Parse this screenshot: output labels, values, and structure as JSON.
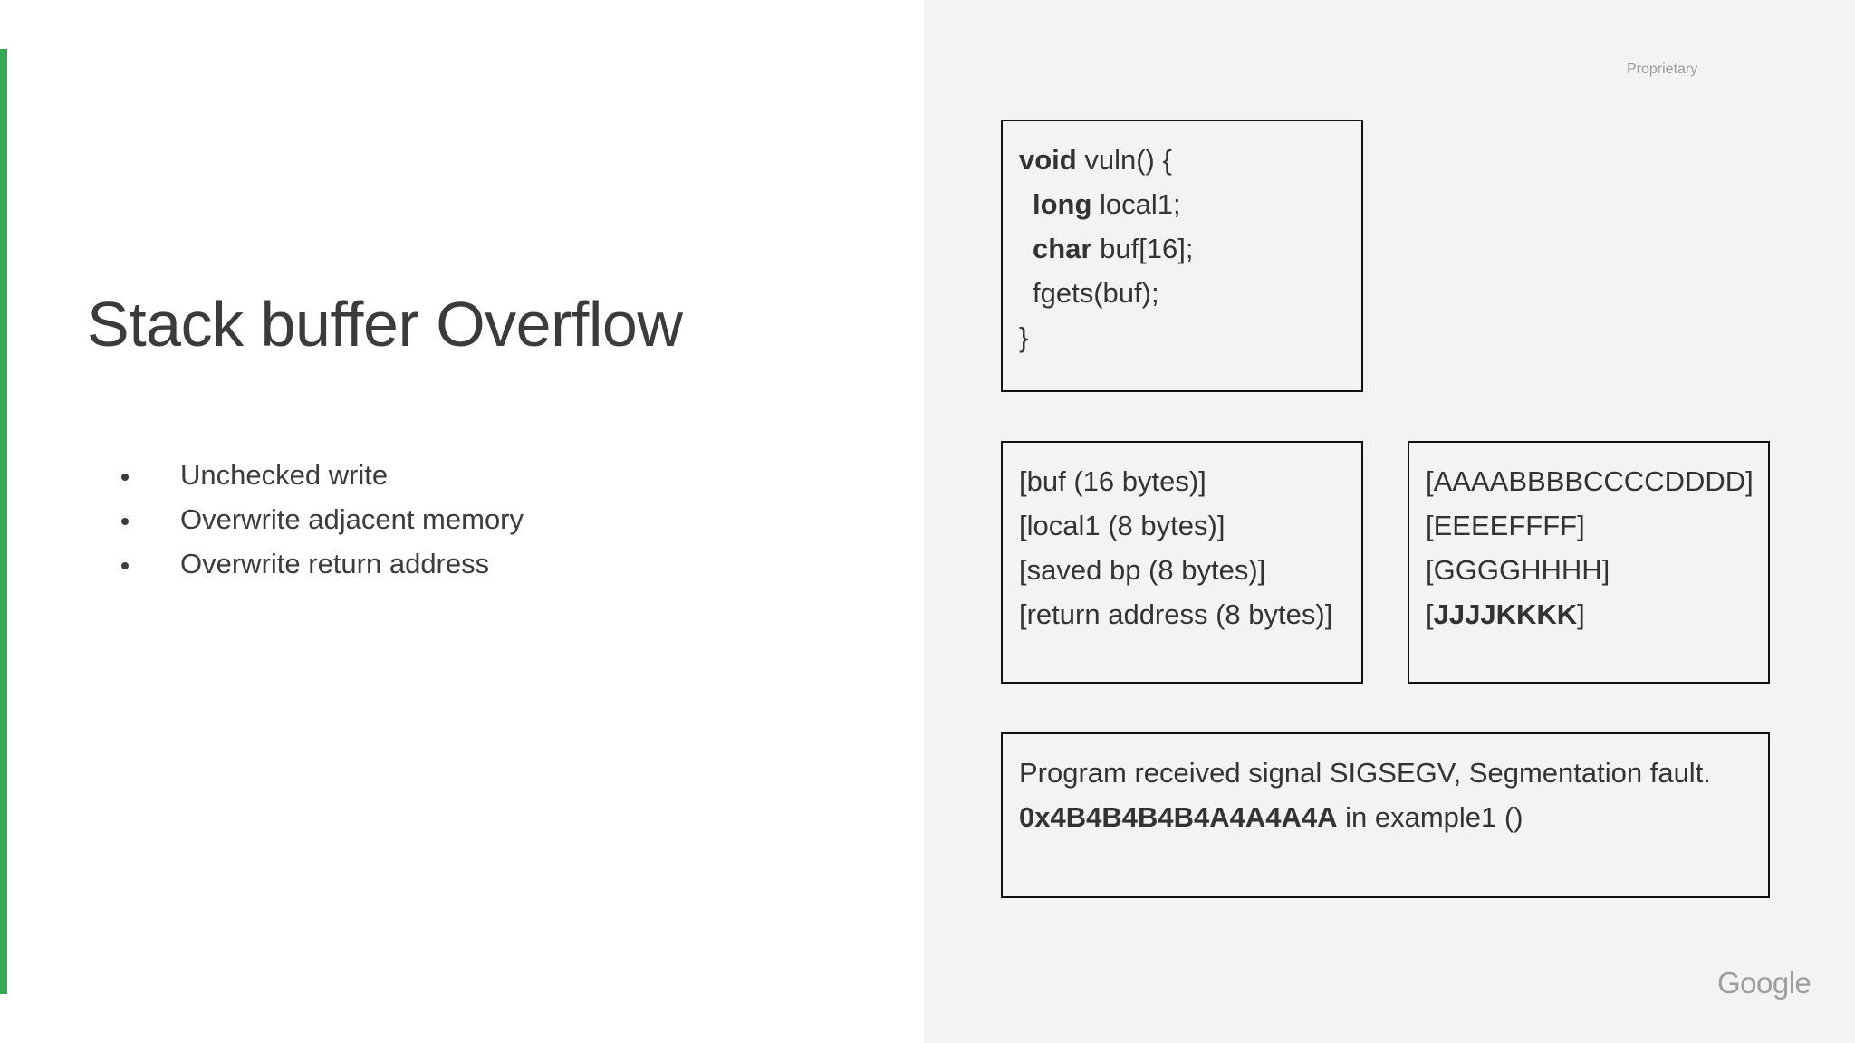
{
  "slide": {
    "title": "Stack buffer Overflow",
    "proprietary_label": "Proprietary",
    "logo_text": "Google",
    "accent_color": "#34a853",
    "panel_background": "#f3f3f3"
  },
  "bullets": [
    "Unchecked write",
    "Overwrite adjacent memory",
    "Overwrite return address"
  ],
  "code_box": {
    "line1_keyword": "void",
    "line1_rest": " vuln() {",
    "line2_keyword": "long",
    "line2_rest": " local1;",
    "line3_keyword": "char",
    "line3_rest": " buf[16];",
    "line4": "fgets(buf);",
    "line5": "}"
  },
  "stack_layout": [
    "[buf (16 bytes)]",
    "[local1 (8 bytes)]",
    "[saved bp (8 bytes)]",
    "[return address (8 bytes)]"
  ],
  "payload": {
    "line1": "[AAAABBBBCCCCDDDD]",
    "line2": "[EEEEFFFF]",
    "line3": "[GGGGHHHH]",
    "line4_open": "[",
    "line4_bold": "JJJJKKKK",
    "line4_close": "]"
  },
  "crash_output": {
    "line1": "Program received signal SIGSEGV, Segmentation fault.",
    "line2_bold": "0x4B4B4B4B4A4A4A4A",
    "line2_rest": " in example1 ()"
  }
}
